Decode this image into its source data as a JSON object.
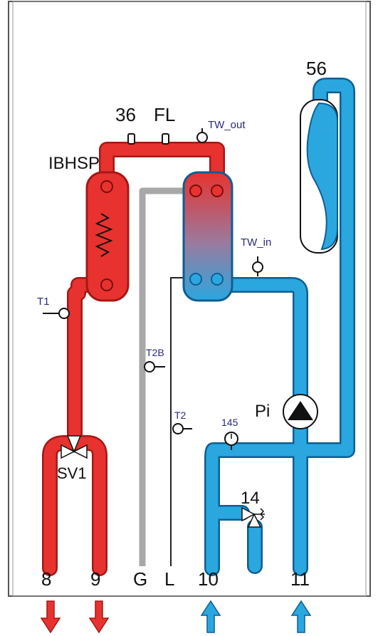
{
  "labels": {
    "tank_56": "56",
    "sensor_36": "36",
    "flow_switch": "FL",
    "tw_out": "TW_out",
    "tw_in": "TW_in",
    "backup_heater": "IBHSP",
    "t1": "T1",
    "t2b": "T2B",
    "t2": "T2",
    "gauge_145": "145",
    "pump": "Pi",
    "valve_sv1": "SV1",
    "valve_14": "14"
  },
  "ports": {
    "p8": "8",
    "p9": "9",
    "pG": "G",
    "pL": "L",
    "p10": "10",
    "p11": "11"
  },
  "colors": {
    "hot": "#e8322f",
    "hot_dark": "#a51816",
    "cold": "#2ba7e0",
    "cold_dark": "#0d5f93",
    "gas": "#a8a8a8",
    "frame": "#555555"
  }
}
